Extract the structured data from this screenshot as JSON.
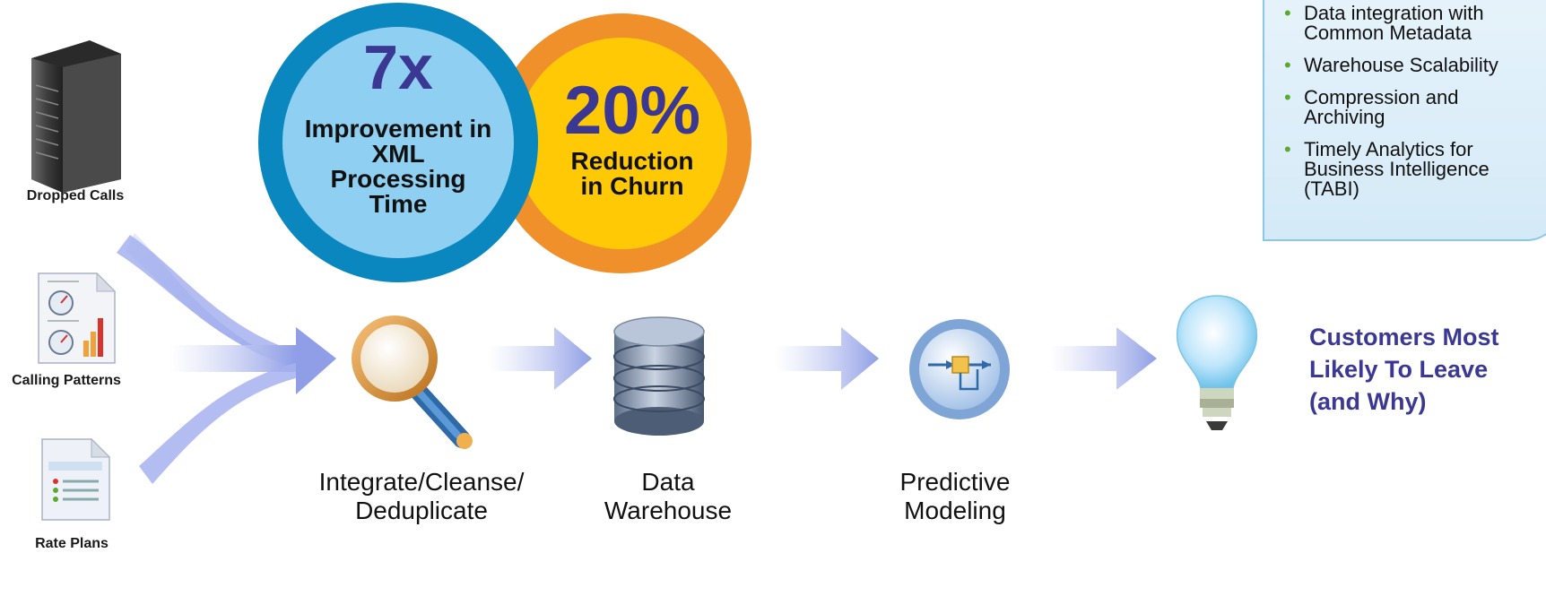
{
  "sources": [
    {
      "label": "Dropped Calls"
    },
    {
      "label": "Calling Patterns"
    },
    {
      "label": "Rate Plans"
    }
  ],
  "metrics": {
    "left": {
      "value": "7x",
      "lines": [
        "Improvement in",
        "XML",
        "Processing",
        "Time"
      ]
    },
    "right": {
      "value": "20%",
      "lines": [
        "Reduction",
        "in Churn"
      ]
    }
  },
  "steps": [
    {
      "line1": "Integrate/Cleanse/",
      "line2": "Deduplicate"
    },
    {
      "line1": "Data",
      "line2": "Warehouse"
    },
    {
      "line1": "Predictive",
      "line2": "Modeling"
    }
  ],
  "result": {
    "lines": [
      "Customers Most",
      "Likely To Leave",
      "(and Why)"
    ]
  },
  "panel": {
    "items": [
      {
        "lines": [
          "Data integration with",
          "Common Metadata"
        ]
      },
      {
        "lines": [
          "Warehouse Scalability"
        ]
      },
      {
        "lines": [
          "Compression and",
          "Archiving"
        ]
      },
      {
        "lines": [
          "Timely Analytics for",
          "Business Intelligence",
          "(TABI)"
        ]
      }
    ]
  },
  "colors": {
    "circle_left_outer": "#0b87bf",
    "circle_left_inner": "#8fd0f2",
    "circle_right_outer": "#f0902a",
    "circle_right_inner": "#ffca05",
    "metric_value": "#3b3893",
    "result_text": "#3b3893",
    "arrow": "#8f9ee6",
    "bullet": "#5aaa2e"
  },
  "icons": [
    "server-icon",
    "report-gauge-icon",
    "document-form-icon",
    "magnifier-icon",
    "database-icon",
    "flow-model-icon",
    "lightbulb-icon"
  ]
}
